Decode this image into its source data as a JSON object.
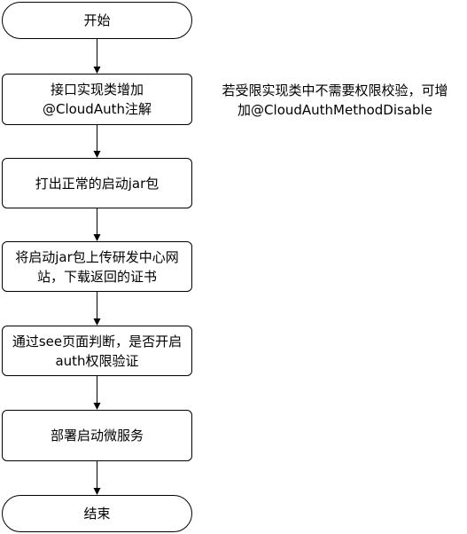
{
  "flowchart": {
    "nodes": [
      {
        "id": "start",
        "shape": "terminal",
        "text": "开始"
      },
      {
        "id": "step1",
        "shape": "process",
        "text": "接口实现类增加\n@CloudAuth注解"
      },
      {
        "id": "step2",
        "shape": "process",
        "text": "打出正常的启动jar包"
      },
      {
        "id": "step3",
        "shape": "process",
        "text": "将启动jar包上传研发中心网\n站，下载返回的证书"
      },
      {
        "id": "step4",
        "shape": "process",
        "text": "通过see页面判断，是否开启\nauth权限验证"
      },
      {
        "id": "step5",
        "shape": "process",
        "text": "部署启动微服务"
      },
      {
        "id": "end",
        "shape": "terminal",
        "text": "结束"
      }
    ],
    "edges": [
      {
        "from": "start",
        "to": "step1"
      },
      {
        "from": "step1",
        "to": "step2"
      },
      {
        "from": "step2",
        "to": "step3"
      },
      {
        "from": "step3",
        "to": "step4"
      },
      {
        "from": "step4",
        "to": "step5"
      },
      {
        "from": "step5",
        "to": "end"
      }
    ],
    "note": "若受限实现类中不需要权限校验，可增\n加@CloudAuthMethodDisable",
    "colors": {
      "stroke": "#000000",
      "fill": "#ffffff",
      "text": "#000000"
    }
  }
}
